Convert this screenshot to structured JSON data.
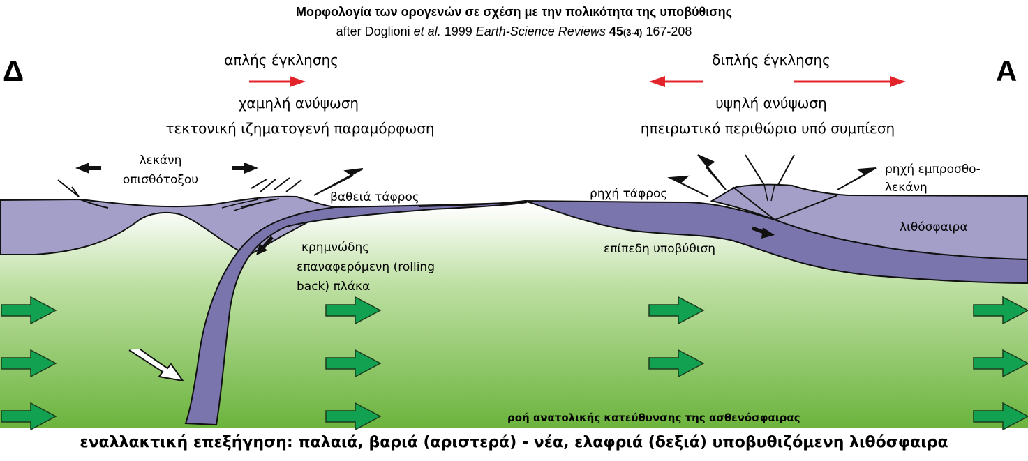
{
  "header": {
    "title": "Μορφολογία των ορογενών σε σχέση με την πολικότητα της υποβύθισης",
    "citation": {
      "prefix": "after Doglioni ",
      "etal": "et al.",
      "year": " 1999 ",
      "journal": "Earth-Science Reviews",
      "volume": " 45",
      "issue": "(3-4)",
      "pages": " 167-208"
    }
  },
  "directions": {
    "west": "Δ",
    "east": "A"
  },
  "left_panel": {
    "vergence": "απλής έγκλησης",
    "uplift": "χαμηλή ανύψωση",
    "deformation": "τεκτονική ιζηματογενή παραμόρφωση",
    "backarc_basin_line1": "λεκάνη",
    "backarc_basin_line2": "οπισθότοξου",
    "trench": "βαθειά τάφρος",
    "slab_line1": "κρημνώδης",
    "slab_line2": "επαναφερόμενη (rolling",
    "slab_line3": "back) πλάκα"
  },
  "right_panel": {
    "vergence": "διπλής έγκλησης",
    "uplift": "υψηλή ανύψωση",
    "deformation": "ηπειρωτικό περιθώριο υπό συμπίεση",
    "trench": "ρηχή τάφρος",
    "foredeep_line1": "ρηχή εμπροσθο-",
    "foredeep_line2": "λεκάνη",
    "lithosphere": "λιθόσφαιρα",
    "flat_subduction": "επίπεδη υποβύθιση"
  },
  "mantle": {
    "flow_label": "ροή ανατολικής κατεύθυνσης της ασθενόσφαιρας"
  },
  "footer": {
    "note": "εναλλακτική επεξήγηση: παλαιά, βαριά (αριστερά) - νέα, ελαφριά (δεξιά) υποβυθιζόμενη λιθόσφαιρα"
  },
  "colors": {
    "upper_plate": "#a39fc8",
    "slab": "#7a75ad",
    "mantle_top": "#ffffff",
    "mantle_bottom": "#6db33f",
    "flow_arrow": "#12a150",
    "plate_motion_arrow": "#e3242b"
  }
}
